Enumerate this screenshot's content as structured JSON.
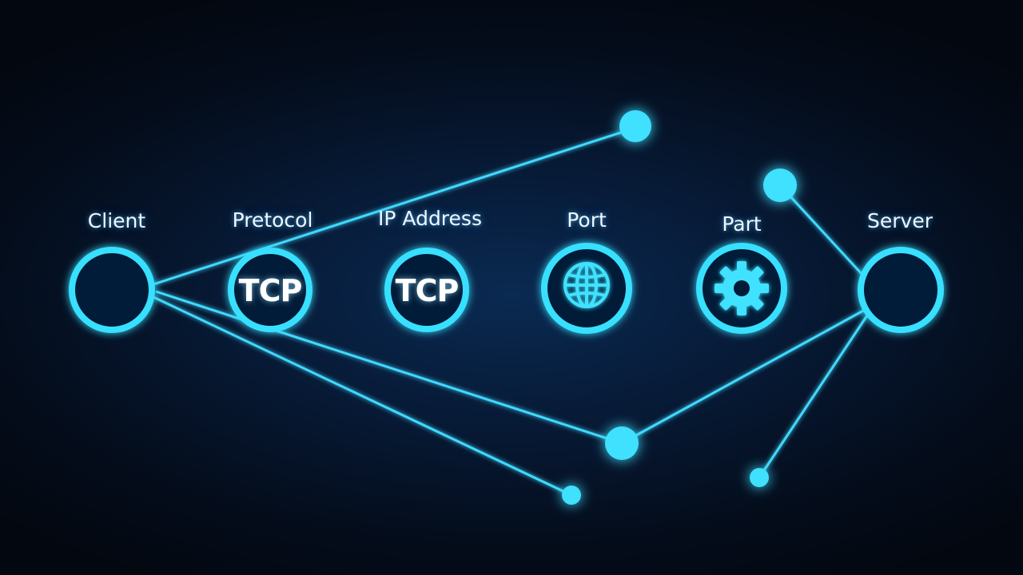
{
  "diagram": {
    "accent_color": "#22d6ff",
    "nodes": [
      {
        "id": "client",
        "label": "Client",
        "content": ""
      },
      {
        "id": "protocol",
        "label": "Pretocol",
        "content": "TCP"
      },
      {
        "id": "ip-address",
        "label": "IP Address",
        "content": "TCP"
      },
      {
        "id": "port-1",
        "label": "Port",
        "content": "",
        "icon": "globe-icon"
      },
      {
        "id": "port-2",
        "label": "Part",
        "content": "",
        "icon": "gear-icon"
      },
      {
        "id": "server",
        "label": "Server",
        "content": ""
      }
    ],
    "satellites": [
      {
        "id": "dot-top",
        "connected_to": "client"
      },
      {
        "id": "dot-top-right",
        "connected_to": "server"
      },
      {
        "id": "dot-bottom-center",
        "connected_to": [
          "client",
          "server"
        ]
      },
      {
        "id": "dot-bottom-left",
        "connected_to": "client"
      },
      {
        "id": "dot-bottom-right",
        "connected_to": "server"
      }
    ]
  }
}
